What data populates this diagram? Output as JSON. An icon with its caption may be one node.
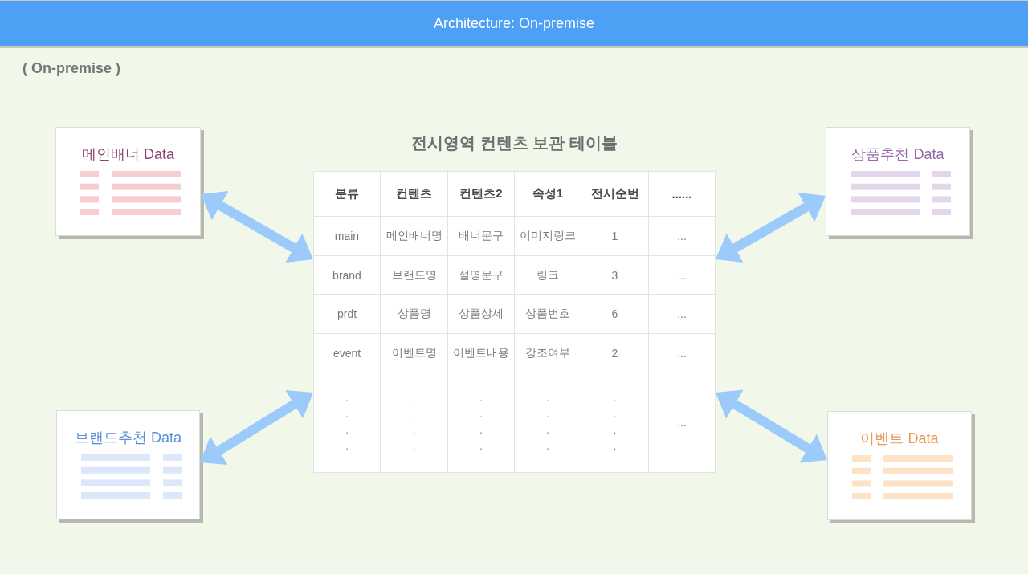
{
  "diagram": {
    "title": "Architecture: On-premise",
    "nodes": [
      {
        "text": [
          "메인배너 Data"
        ]
      },
      {
        "text": [
          "전시영역 컨텐츠 보관 테이블"
        ]
      },
      {
        "text": [
          "상품추천 Data"
        ]
      },
      {
        "text": [
          "브랜드추천 Data"
        ]
      },
      {
        "text": [
          "이벤트 Data"
        ]
      }
    ],
    "edges": [
      {
        "from": 0,
        "to": 1,
        "arrow": "both"
      },
      {
        "from": 2,
        "to": 1,
        "arrow": "both"
      },
      {
        "from": 3,
        "to": 1,
        "arrow": "both"
      },
      {
        "from": 4,
        "to": 1,
        "arrow": "both"
      }
    ],
    "labels": [
      "( On-premise )",
      "분류",
      "컨텐츠",
      "컨텐츠2",
      "속성1",
      "전시순번",
      "......",
      "main",
      "메인배너명",
      "배너문구",
      "이미지링크",
      "1",
      "...",
      "brand",
      "브랜드명",
      "설명문구",
      "링크",
      "3",
      "...",
      "prdt",
      "상품명",
      "상품상세",
      "상품번호",
      "6",
      "...",
      "event",
      "이벤트명",
      "이벤트내용",
      "강조여부",
      "2",
      "...",
      ". . . .",
      ". . . .",
      ". . . .",
      ". . . .",
      ". . . .",
      "..."
    ]
  }
}
